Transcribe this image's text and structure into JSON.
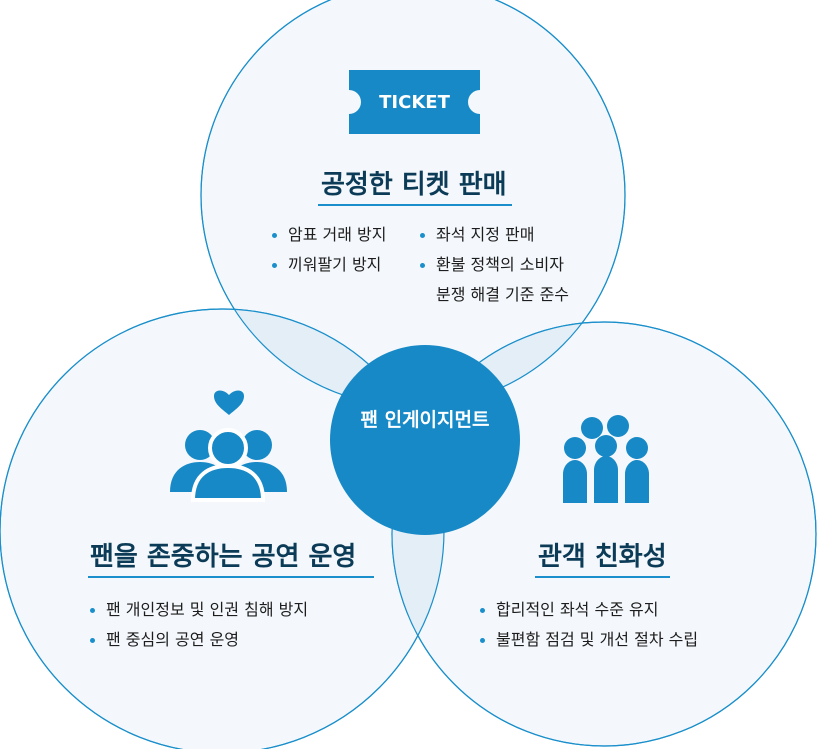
{
  "ticket": {
    "label": "TICKET"
  },
  "center": {
    "label": "팬 인게이지먼트"
  },
  "top": {
    "title": "공정한 티켓 판매",
    "left_items": [
      "암표 거래 방지",
      "끼워팔기 방지"
    ],
    "right_items": [
      "좌석 지정 판매",
      "환불 정책의 소비자"
    ],
    "right_continuation": "분쟁 해결 기준 준수"
  },
  "left": {
    "title": "팬을 존중하는 공연 운영",
    "items": [
      "팬 개인정보 및 인권 침해 방지",
      "팬 중심의 공연 운영"
    ]
  },
  "right": {
    "title": "관객 친화성",
    "items": [
      "합리적인 좌석 수준 유지",
      "불편함 점검 및 개선 절차 수립"
    ]
  },
  "colors": {
    "accent": "#1a8fcb",
    "circle_fill": "#f4f8fc",
    "overlap_fill": "#e3eef7",
    "center_fill": "#1789c6",
    "title_text": "#0b3b57"
  },
  "icons": {
    "top": "ticket-icon",
    "left": "fans-heart-icon",
    "right": "audience-group-icon"
  }
}
